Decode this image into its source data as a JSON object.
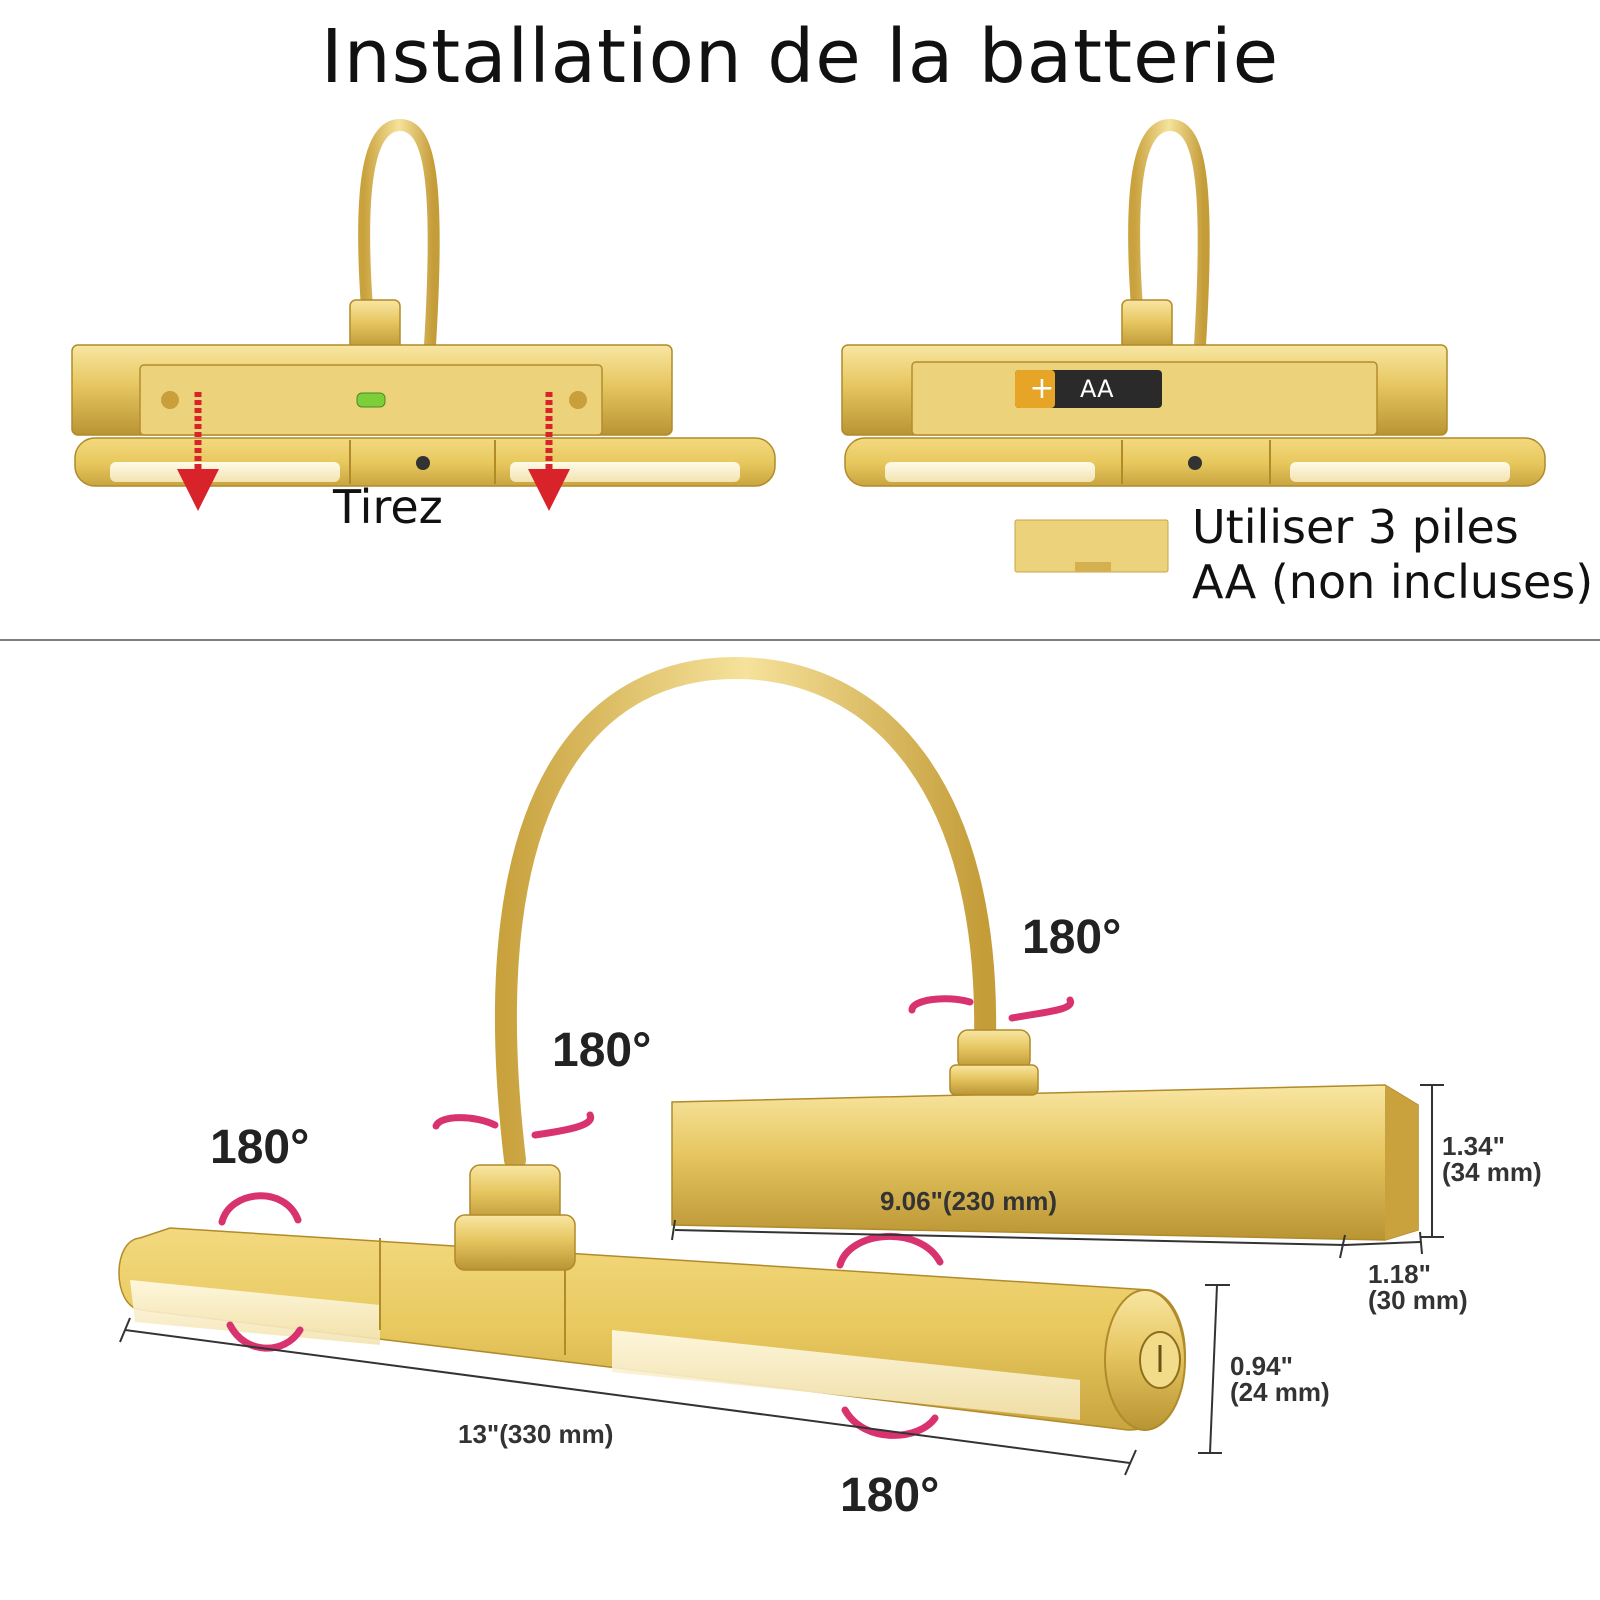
{
  "title": "Installation de la batterie",
  "top_left": {
    "instruction": "Tirez"
  },
  "top_right": {
    "battery_label": "AA",
    "battery_plus": "+",
    "note_line1": "Utiliser 3 piles",
    "note_line2": "AA (non incluses)"
  },
  "rotations": {
    "arm_top": "180°",
    "arm_base": "180°",
    "left_end": "180°",
    "bottom": "180°"
  },
  "dimensions": {
    "base_length": "9.06\"(230 mm)",
    "base_height_line1": "1.34\"",
    "base_height_line2": "(34 mm)",
    "base_depth_line1": "1.18\"",
    "base_depth_line2": "(30 mm)",
    "bar_diameter_line1": "0.94\"",
    "bar_diameter_line2": "(24 mm)",
    "bar_length": "13\"(330 mm)"
  },
  "colors": {
    "gold": "#e3c35c",
    "gold_dark": "#b18a2a",
    "gold_light": "#f7e39a",
    "arrow_red": "#d8232a",
    "rotation_pink": "#d8336e",
    "divider": "#555555"
  }
}
